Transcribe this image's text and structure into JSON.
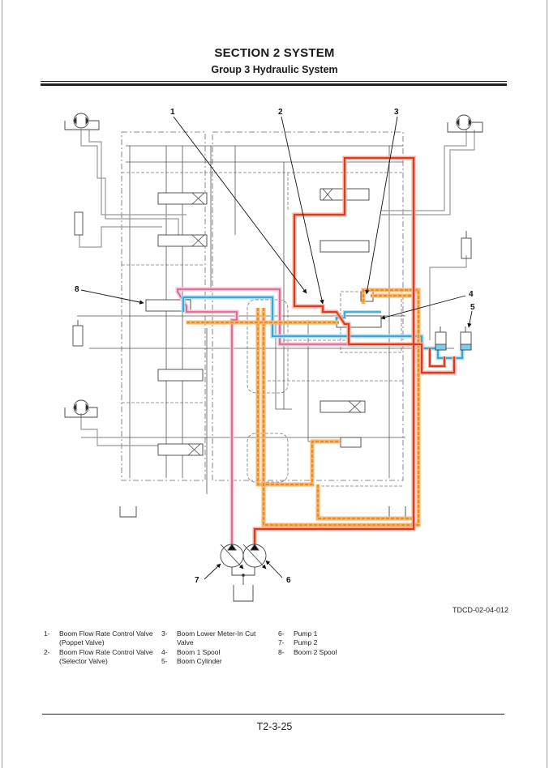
{
  "header": {
    "title": "SECTION 2 SYSTEM",
    "subtitle": "Group 3 Hydraulic System"
  },
  "diagram": {
    "callouts": [
      "1",
      "2",
      "3",
      "4",
      "5",
      "6",
      "7",
      "8"
    ],
    "figure_id": "TDCD-02-04-012",
    "line_colors": {
      "pump1_high_pressure": "#e03a1e",
      "pump2_flow": "#e06a98",
      "return_flow": "#f0901e",
      "cylinder_flow": "#3aa6d8",
      "pilot_lines": "#555555"
    }
  },
  "legend": {
    "columns": [
      [
        {
          "num": "1-",
          "lines": [
            "Boom Flow Rate Control Valve",
            "(Poppet Valve)"
          ]
        },
        {
          "num": "2-",
          "lines": [
            "Boom Flow Rate Control Valve",
            "(Selector Valve)"
          ]
        }
      ],
      [
        {
          "num": "3-",
          "lines": [
            "Boom Lower Meter-In Cut",
            "Valve"
          ]
        },
        {
          "num": "4-",
          "lines": [
            "Boom 1 Spool"
          ]
        },
        {
          "num": "5-",
          "lines": [
            "Boom Cylinder"
          ]
        }
      ],
      [
        {
          "num": "6-",
          "lines": [
            "Pump 1"
          ]
        },
        {
          "num": "7-",
          "lines": [
            "Pump 2"
          ]
        },
        {
          "num": "8-",
          "lines": [
            "Boom 2 Spool"
          ]
        }
      ]
    ]
  },
  "footer": {
    "page_number": "T2-3-25"
  }
}
